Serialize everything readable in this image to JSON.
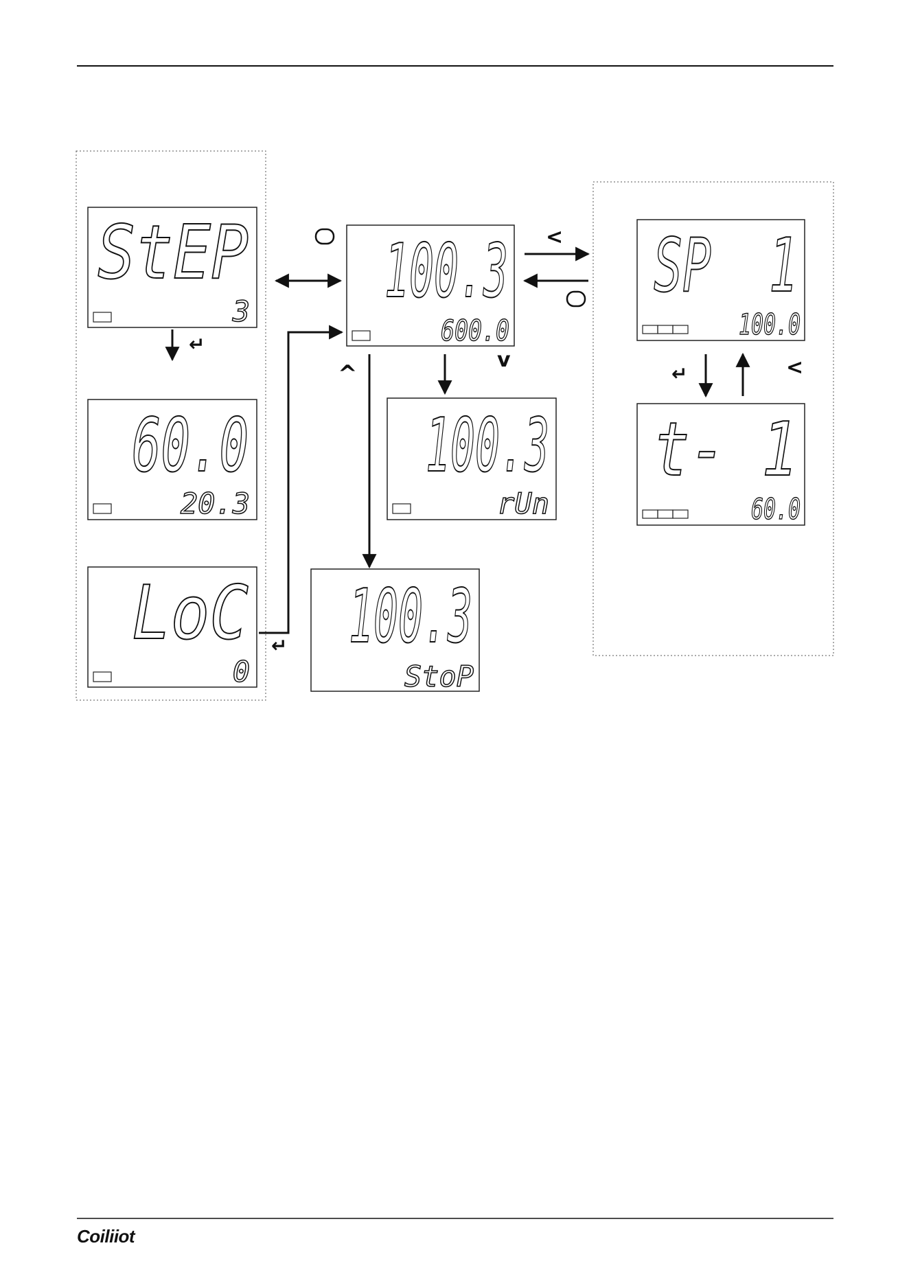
{
  "brand": {
    "logo_text": "Coiliiot"
  },
  "screens": {
    "step": {
      "main": "StEP",
      "sub": "3"
    },
    "time": {
      "main": "60.0",
      "sub": "20.3"
    },
    "loc": {
      "main": "LoC",
      "sub": "0"
    },
    "home": {
      "main": "100.3",
      "sub": "600.0"
    },
    "run": {
      "main": "100.3",
      "sub": "rUn"
    },
    "stop": {
      "main": "100.3",
      "sub": "StoP"
    },
    "sp": {
      "main": "SP  1",
      "sub": "100.0"
    },
    "t": {
      "main": "t- 1",
      "sub": "60.0"
    }
  },
  "keys": {
    "enter": "↵",
    "left": "<",
    "up": "^",
    "down": "v"
  },
  "colors": {
    "stroke": "#111111",
    "panel_border": "#555555"
  }
}
